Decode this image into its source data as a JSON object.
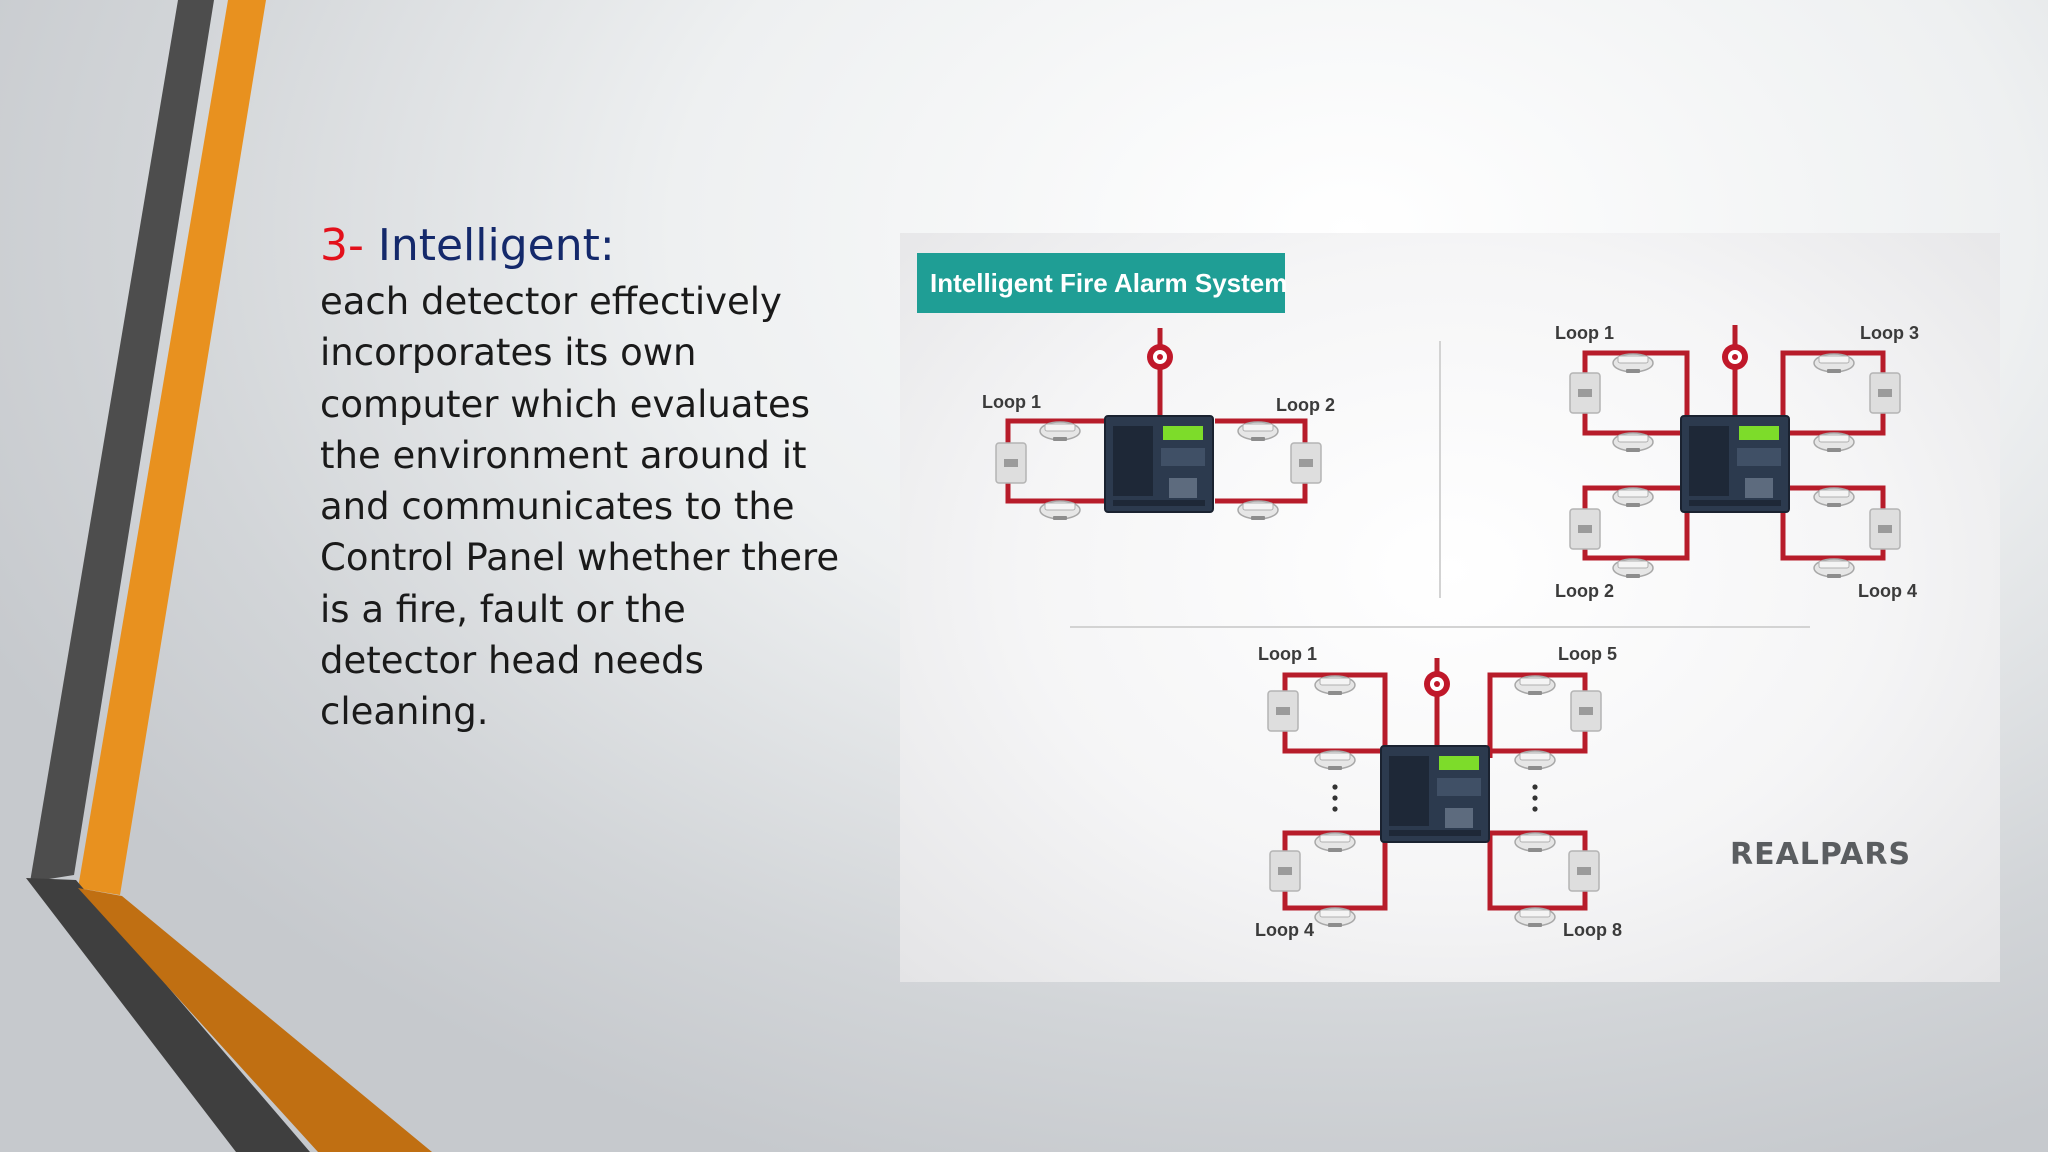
{
  "slide": {
    "heading_number": "3-",
    "heading_word": "Intelligent:",
    "body": "each detector effectively incorporates its own computer which evaluates the environment around it and communicates to the Control Panel whether there is a fire, fault or the detector head needs cleaning."
  },
  "diagram": {
    "title": "Intelligent Fire Alarm System",
    "brand": "REALPARS",
    "panel_two_loops": {
      "loop_left": "Loop 1",
      "loop_right": "Loop 2"
    },
    "panel_four_loops": {
      "top_left": "Loop 1",
      "top_right": "Loop 3",
      "bottom_left": "Loop 2",
      "bottom_right": "Loop 4"
    },
    "panel_eight_loops": {
      "top_left": "Loop 1",
      "top_right": "Loop 5",
      "bottom_left": "Loop 4",
      "bottom_right": "Loop 8"
    }
  },
  "colors": {
    "accent_orange": "#e8911f",
    "dark_gray": "#4d4d4d",
    "heading_red": "#e3101b",
    "heading_navy": "#14296b",
    "title_teal": "#1f9e95",
    "wire_red": "#b71c2a"
  }
}
